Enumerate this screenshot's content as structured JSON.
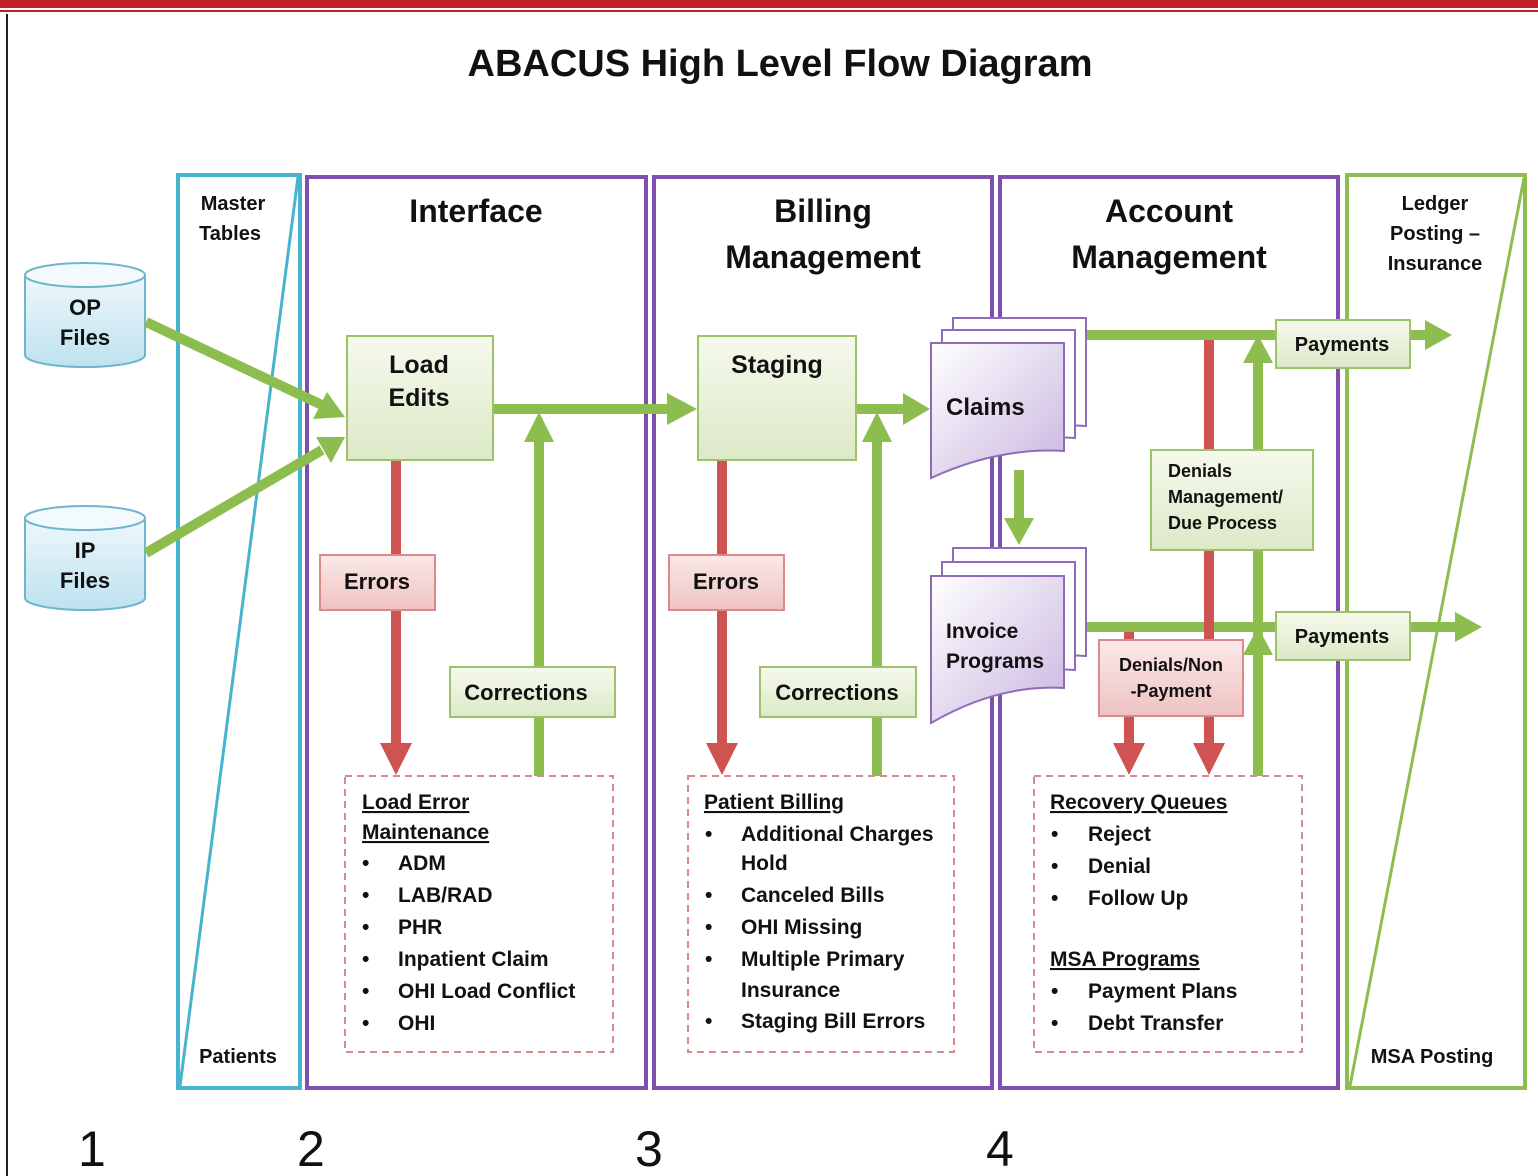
{
  "title": "ABACUS High Level Flow Diagram",
  "sources": {
    "op": [
      "OP",
      "Files"
    ],
    "ip": [
      "IP",
      "Files"
    ]
  },
  "lanes": {
    "master": {
      "top": [
        "Master",
        "Tables"
      ],
      "bottom": "Patients"
    },
    "interface": {
      "title": [
        "Interface"
      ]
    },
    "billing": {
      "title": [
        "Billing",
        "Management"
      ]
    },
    "account": {
      "title": [
        "Account",
        "Management"
      ]
    },
    "ledger": {
      "top": [
        "Ledger",
        "Posting –",
        "Insurance"
      ],
      "bottom": "MSA Posting"
    }
  },
  "boxes": {
    "load_edits": [
      "Load",
      "Edits"
    ],
    "staging": "Staging",
    "claims": "Claims",
    "invoice": [
      "Invoice",
      "Programs"
    ],
    "errors_1": "Errors",
    "errors_2": "Errors",
    "corrections_1": "Corrections",
    "corrections_2": "Corrections",
    "denials_mgmt": [
      "Denials",
      "Management/",
      "Due Process"
    ],
    "denials_non": [
      "Denials/Non",
      "-Payment"
    ],
    "payments_1": "Payments",
    "payments_2": "Payments"
  },
  "lists": {
    "load_error": {
      "heading": [
        "Load Error",
        "Maintenance"
      ],
      "items": [
        "ADM",
        "LAB/RAD",
        "PHR",
        "Inpatient Claim",
        "OHI Load Conflict",
        "OHI"
      ]
    },
    "patient_billing": {
      "heading": "Patient Billing",
      "items": [
        [
          "Additional Charges",
          "Hold"
        ],
        [
          "Canceled Bills"
        ],
        [
          "OHI Missing"
        ],
        [
          "Multiple Primary",
          "Insurance"
        ],
        [
          "Staging Bill Errors"
        ]
      ]
    },
    "recovery": {
      "heading": "Recovery Queues",
      "items": [
        "Reject",
        "Denial",
        "Follow Up"
      ],
      "heading2": "MSA Programs",
      "items2": [
        "Payment Plans",
        "Debt Transfer"
      ]
    }
  },
  "markers": [
    "1",
    "2",
    "3",
    "4"
  ],
  "colors": {
    "green": "#8dbd4f",
    "red": "#cf5350",
    "purple": "#7f4fae",
    "cyan": "#46b3cf",
    "lightgreen": "#ebf3dd",
    "lightred": "#f4d3d3"
  }
}
